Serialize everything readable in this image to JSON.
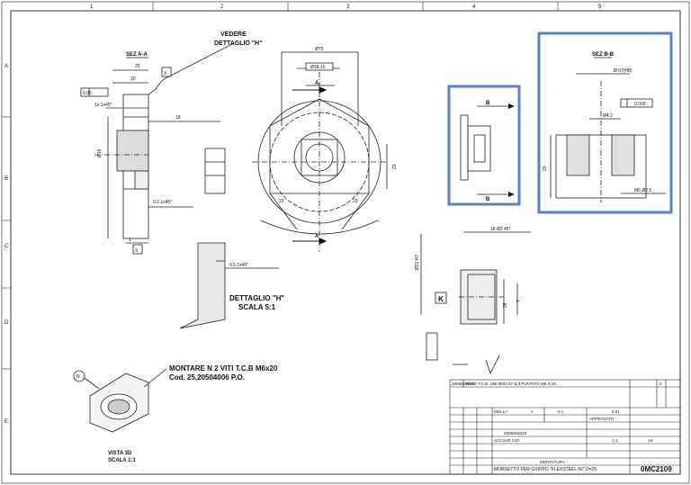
{
  "grid": {
    "top_numbers": [
      "1",
      "2",
      "3",
      "4",
      "5"
    ],
    "left_letters": [
      "A",
      "B",
      "C",
      "D",
      "E"
    ]
  },
  "section_a": {
    "title": "SEZ A-A",
    "dim_25": "25",
    "dim_20": "20",
    "dim_1x45": "1x 1x45°",
    "dim_18": "18",
    "tol_box": "0.05",
    "ref_letter": "X",
    "diameter_left": "Ø16",
    "dim_bottom_chamfer": "0.2 1x45°",
    "dim_bottom": "1",
    "bottom_box": "X"
  },
  "detail_callout": {
    "line1": "VEDERE",
    "line2": "DETTAGLIO \"H\""
  },
  "front_view": {
    "dim_top": "Ø70",
    "dim_box": "Ø38.15",
    "dim_side": "23",
    "dim_23a": "23",
    "dim_23b": "23",
    "section_mark_top": "A",
    "section_mark_bottom": "A"
  },
  "detail_h": {
    "title_line1": "DETTAGLIO \"H\"",
    "title_line2": "SCALA 5:1",
    "note": "0.5 1x45°"
  },
  "note_main": {
    "line1": "MONTARE N 2 VITI T.C.B M6x20",
    "line2": "Cod. 25,20504006 P.O.",
    "balloon": "N"
  },
  "iso_view": {
    "line1": "VISTA 3D",
    "line2": "SCALA 1:1"
  },
  "view_b_small": {
    "mark_top": "B",
    "mark_bottom": "B"
  },
  "section_b": {
    "title": "SEZ B-B",
    "dim_top": "Ø 07(H8)",
    "tol_box": "0.005",
    "dim_d": "Ø4.2",
    "dim_side": "20",
    "dim_bottom": "M6 Ø2.5"
  },
  "side_view": {
    "dim_top": "18 Ø2 45°",
    "ref_k": "K",
    "dim_vert": "Ø22 H7",
    "dim_26": "26",
    "dim_7": "7"
  },
  "title_block": {
    "revision": "2505004000",
    "material_note": "VISTE T.C.B. UNI 5931-67-8.8 PUNTATO M6 X 20",
    "sheet_label": "2",
    "part_name": "MOLLA",
    "qty": "1",
    "weight": "0.1",
    "surface": "0,01",
    "approvals": "APPROVATO",
    "drawing_code": "2505004049",
    "treat": "ACCIAIO C40",
    "scale": "1:1",
    "format": "A4",
    "designer": "MONTATURA",
    "description": "MORSETTO PER GIUNTO \"FLEXSTEEL 50\" D=25",
    "code": "0MC2109"
  }
}
